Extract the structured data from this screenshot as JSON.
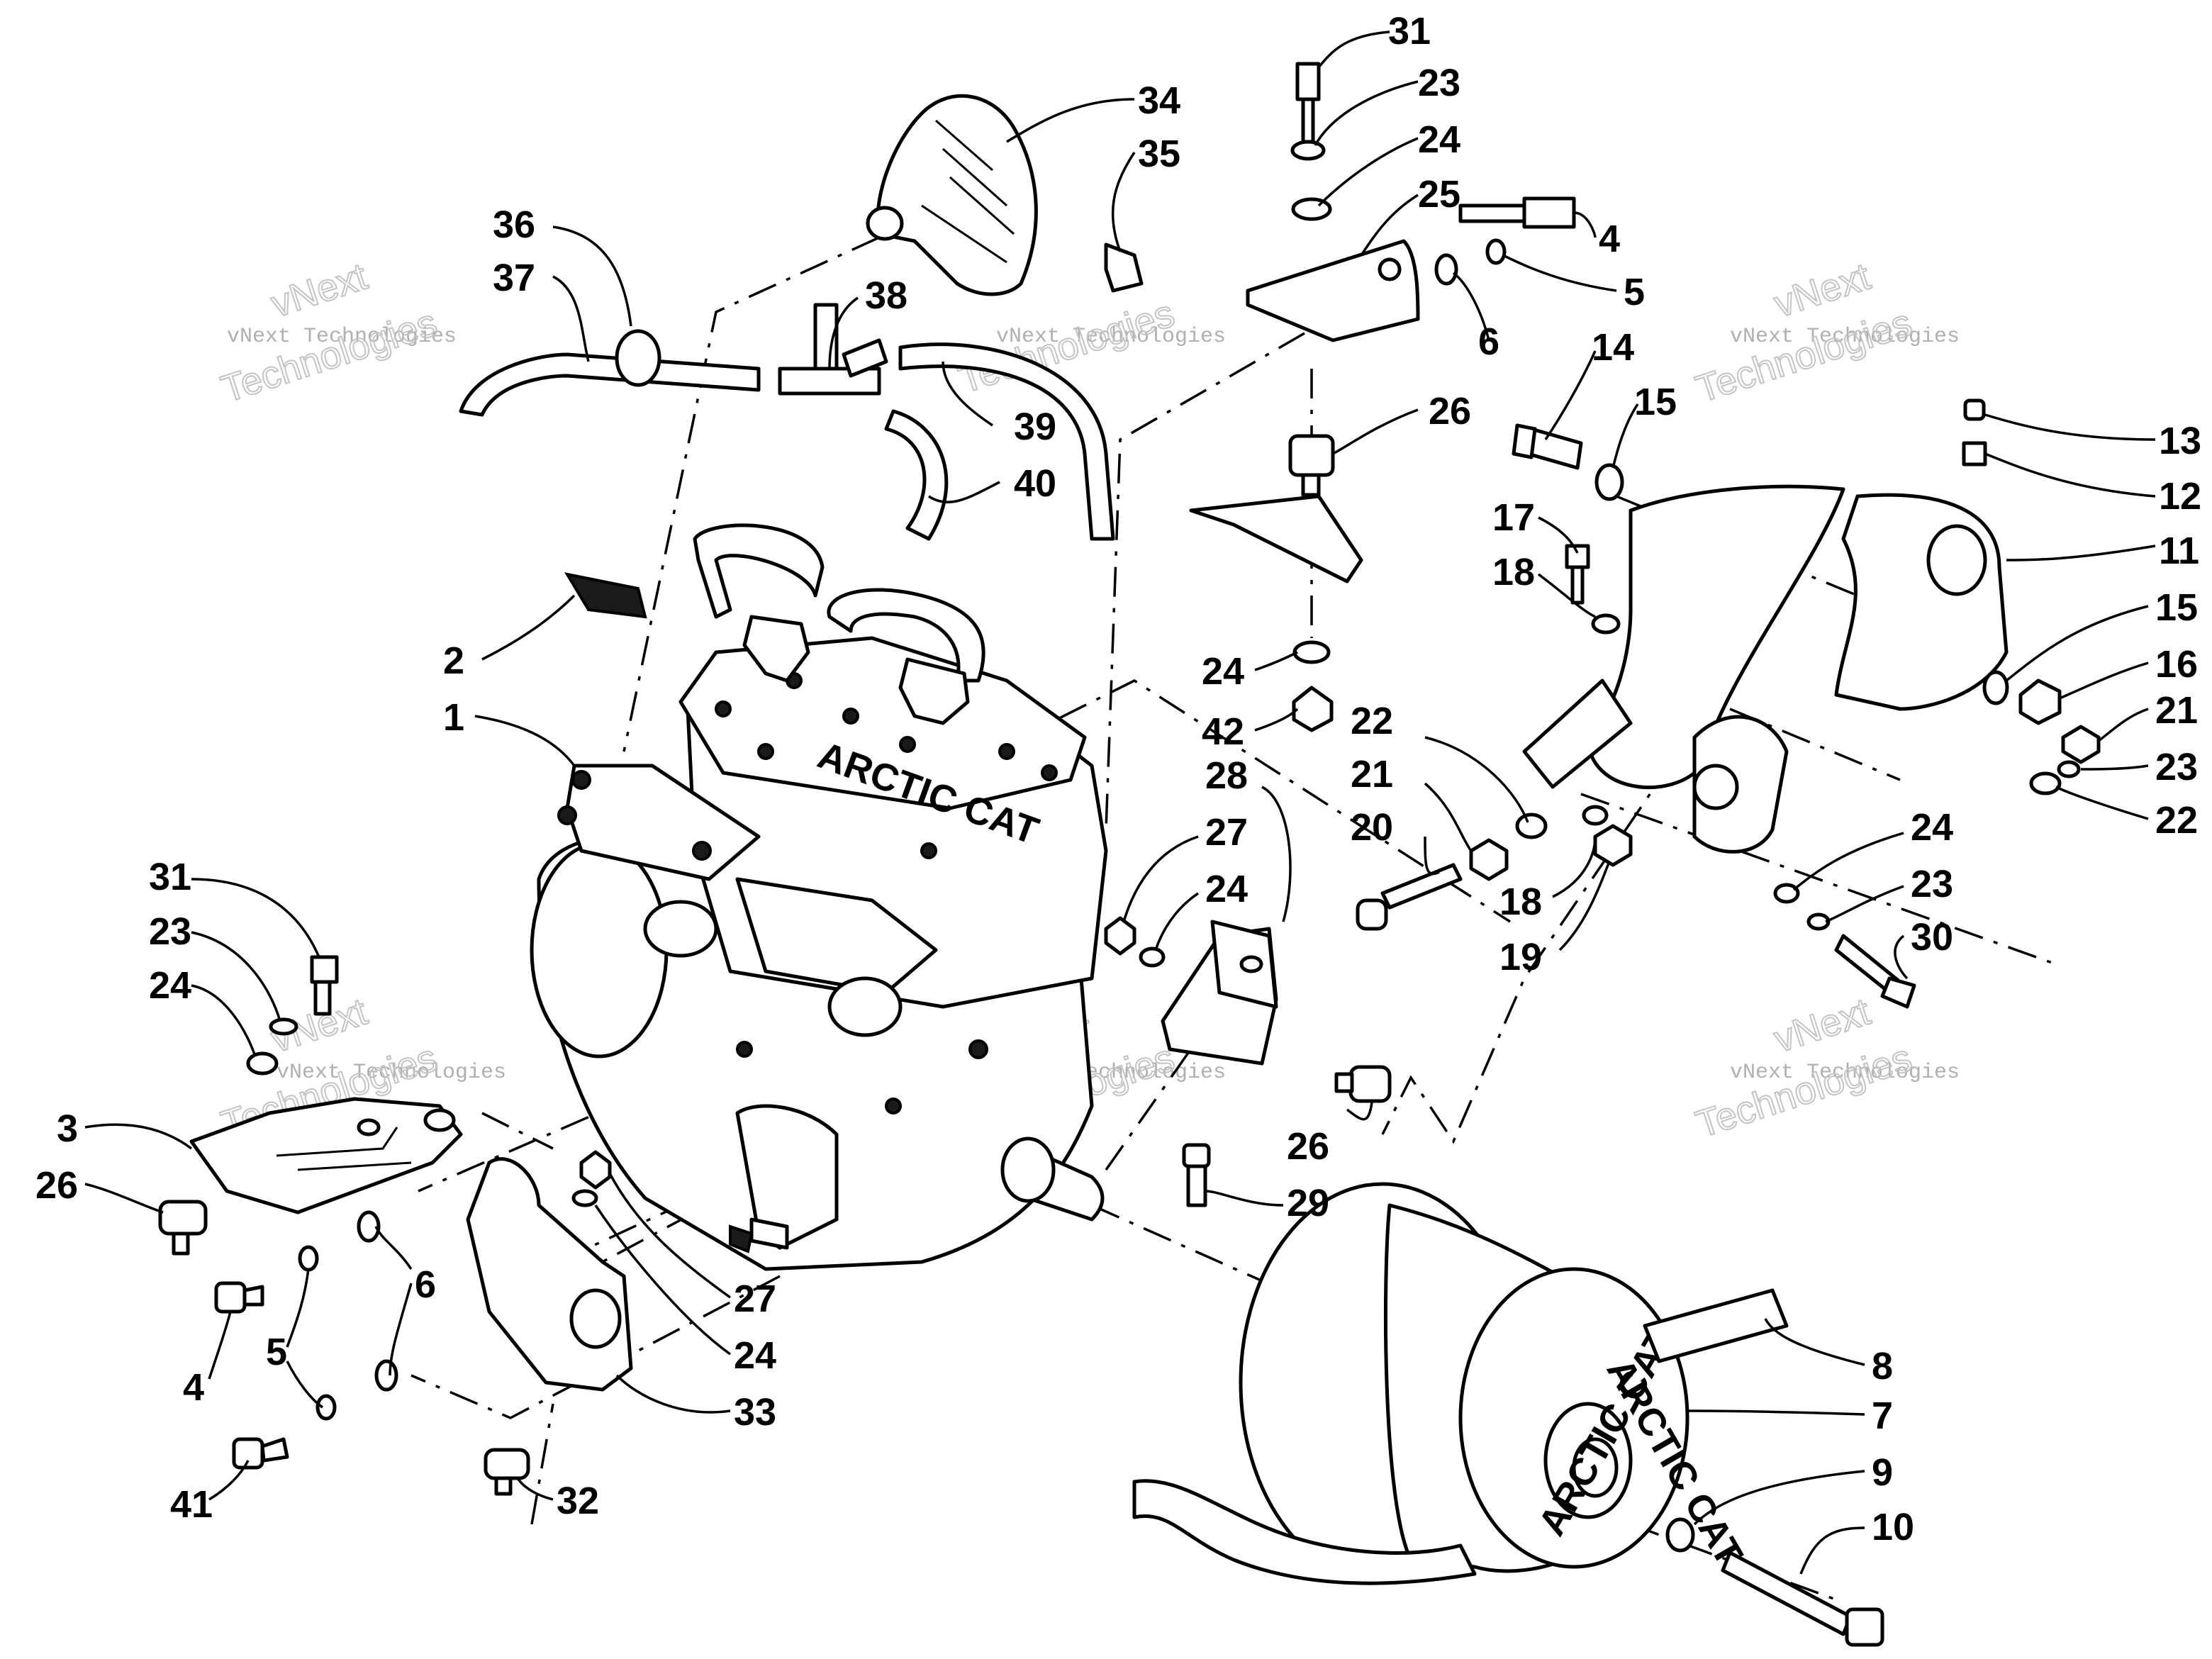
{
  "diagram": {
    "type": "exploded-parts-diagram",
    "colors": {
      "line": "#000000",
      "background": "#ffffff",
      "watermark": "#bbbbbb"
    },
    "watermark": {
      "small": "vNext Technologies",
      "big_top": "vNext",
      "big_bottom": "Technologies"
    },
    "engine_markings": {
      "cylinder": "ARCTIC CAT",
      "clutch_face_1": "ARCTIC CAT",
      "clutch_face_2": "ARCTIC CAT"
    },
    "callouts": [
      {
        "id": "c31a",
        "label": "31"
      },
      {
        "id": "c23a",
        "label": "23"
      },
      {
        "id": "c24a",
        "label": "24"
      },
      {
        "id": "c25",
        "label": "25"
      },
      {
        "id": "c4a",
        "label": "4"
      },
      {
        "id": "c5a",
        "label": "5"
      },
      {
        "id": "c6a",
        "label": "6"
      },
      {
        "id": "c34",
        "label": "34"
      },
      {
        "id": "c35",
        "label": "35"
      },
      {
        "id": "c36",
        "label": "36"
      },
      {
        "id": "c37",
        "label": "37"
      },
      {
        "id": "c38",
        "label": "38"
      },
      {
        "id": "c39",
        "label": "39"
      },
      {
        "id": "c40",
        "label": "40"
      },
      {
        "id": "c14",
        "label": "14"
      },
      {
        "id": "c15a",
        "label": "15"
      },
      {
        "id": "c26a",
        "label": "26"
      },
      {
        "id": "c13",
        "label": "13"
      },
      {
        "id": "c12",
        "label": "12"
      },
      {
        "id": "c11",
        "label": "11"
      },
      {
        "id": "c17",
        "label": "17"
      },
      {
        "id": "c18a",
        "label": "18"
      },
      {
        "id": "c15b",
        "label": "15"
      },
      {
        "id": "c16",
        "label": "16"
      },
      {
        "id": "c21a",
        "label": "21"
      },
      {
        "id": "c23b",
        "label": "23"
      },
      {
        "id": "c22a",
        "label": "22"
      },
      {
        "id": "c24b",
        "label": "24"
      },
      {
        "id": "c42",
        "label": "42"
      },
      {
        "id": "c22b",
        "label": "22"
      },
      {
        "id": "c21b",
        "label": "21"
      },
      {
        "id": "c20",
        "label": "20"
      },
      {
        "id": "c18b",
        "label": "18"
      },
      {
        "id": "c19",
        "label": "19"
      },
      {
        "id": "c24c",
        "label": "24"
      },
      {
        "id": "c23c",
        "label": "23"
      },
      {
        "id": "c30",
        "label": "30"
      },
      {
        "id": "c2",
        "label": "2"
      },
      {
        "id": "c1",
        "label": "1"
      },
      {
        "id": "c28",
        "label": "28"
      },
      {
        "id": "c27a",
        "label": "27"
      },
      {
        "id": "c24d",
        "label": "24"
      },
      {
        "id": "c31b",
        "label": "31"
      },
      {
        "id": "c23d",
        "label": "23"
      },
      {
        "id": "c24e",
        "label": "24"
      },
      {
        "id": "c3",
        "label": "3"
      },
      {
        "id": "c26b",
        "label": "26"
      },
      {
        "id": "c26c",
        "label": "26"
      },
      {
        "id": "c29",
        "label": "29"
      },
      {
        "id": "c6b",
        "label": "6"
      },
      {
        "id": "c5b",
        "label": "5"
      },
      {
        "id": "c4b",
        "label": "4"
      },
      {
        "id": "c27b",
        "label": "27"
      },
      {
        "id": "c24f",
        "label": "24"
      },
      {
        "id": "c33",
        "label": "33"
      },
      {
        "id": "c41",
        "label": "41"
      },
      {
        "id": "c32",
        "label": "32"
      },
      {
        "id": "c8",
        "label": "8"
      },
      {
        "id": "c7",
        "label": "7"
      },
      {
        "id": "c9",
        "label": "9"
      },
      {
        "id": "c10",
        "label": "10"
      }
    ]
  }
}
